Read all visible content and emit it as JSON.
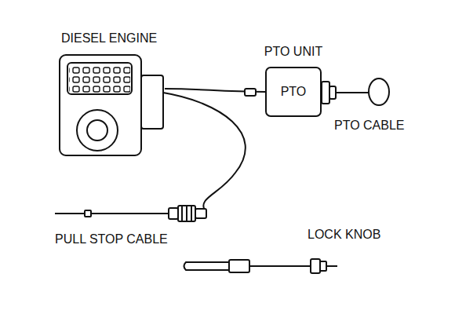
{
  "diagram": {
    "nodes": [
      {
        "text": [
          "DIESEL ENGINE"
        ]
      },
      {
        "text": [
          "PTO UNIT",
          "PTO"
        ]
      }
    ],
    "edges": [
      {
        "from": 0,
        "to": 1,
        "arrow": "none"
      }
    ],
    "labels": [
      "PTO CABLE",
      "PULL STOP CABLE",
      "LOCK KNOB"
    ]
  }
}
